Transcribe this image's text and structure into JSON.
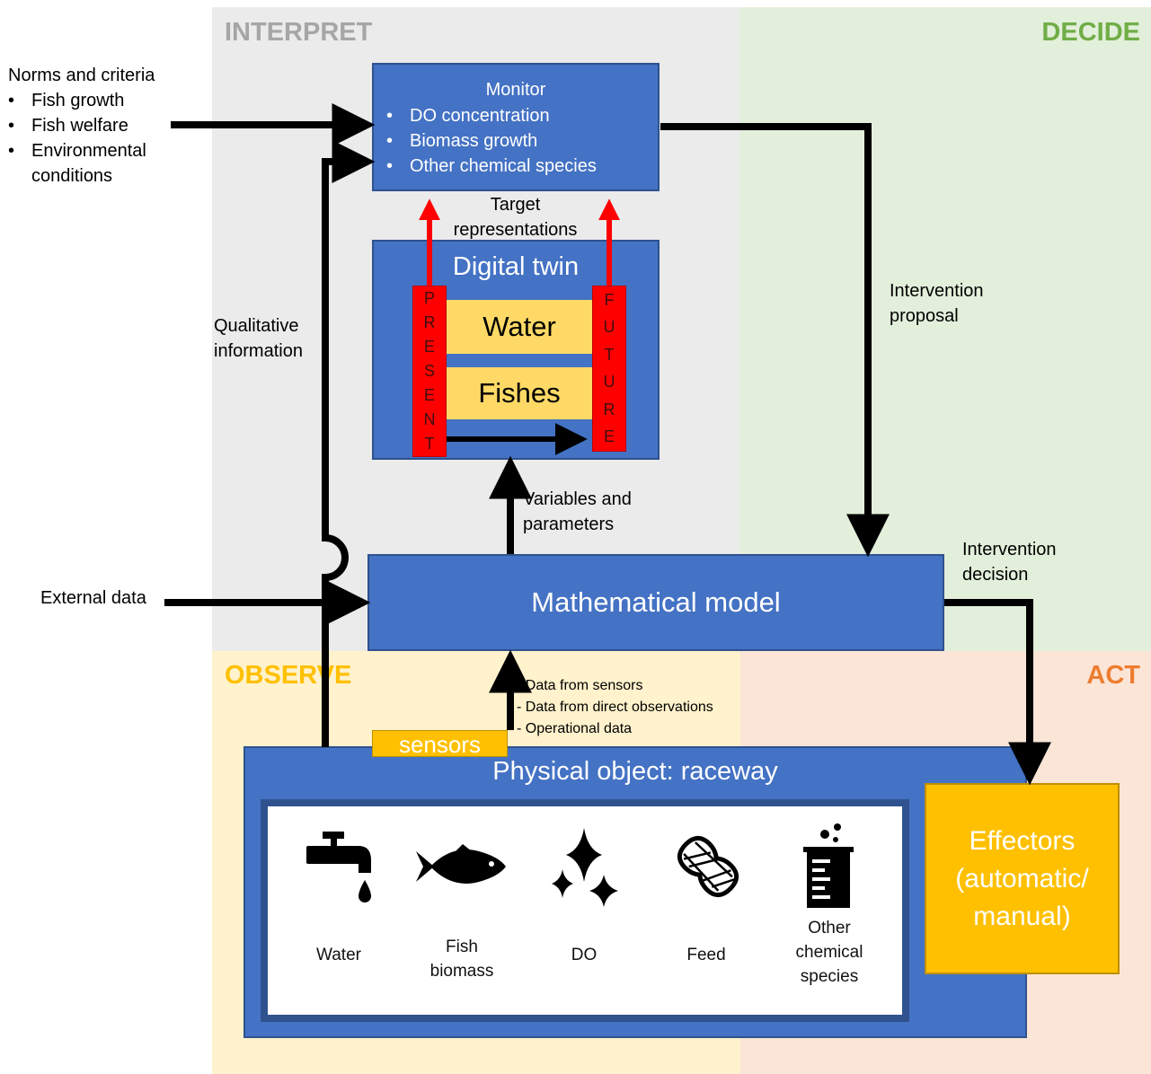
{
  "quadrants": {
    "interpret": "INTERPRET",
    "decide": "DECIDE",
    "observe": "OBSERVE",
    "act": "ACT"
  },
  "colors": {
    "interpret_bg": "#ebebeb",
    "decide_bg": "#e2efda",
    "observe_bg": "#fff2cc",
    "act_bg": "#fbe5d6",
    "interpret_text": "#a6a6a6",
    "decide_text": "#70ad47",
    "observe_text": "#ffc000",
    "act_text": "#ed7d31",
    "box_blue": "#4472c4",
    "arrow_red": "#ff0000",
    "effector_gold": "#ffc000",
    "twin_yellow": "#ffd966"
  },
  "norms": {
    "title": "Norms and criteria",
    "items": [
      "Fish growth",
      "Fish welfare",
      "Environmental conditions"
    ]
  },
  "monitor": {
    "title": "Monitor",
    "items": [
      "DO concentration",
      "Biomass growth",
      "Other chemical species"
    ]
  },
  "labels": {
    "target_representations": "Target representations",
    "qualitative_information": "Qualitative information",
    "intervention_proposal": "Intervention proposal",
    "intervention_decision": "Intervention decision",
    "variables_parameters": "Variables and parameters",
    "external_data": "External data",
    "data_sources": [
      "- Data from sensors",
      "- Data from direct observations",
      "- Operational data"
    ]
  },
  "digital_twin": {
    "title": "Digital twin",
    "present": [
      "P",
      "R",
      "E",
      "S",
      "E",
      "N",
      "T"
    ],
    "future": [
      "F",
      "U",
      "T",
      "U",
      "R",
      "E"
    ],
    "water": "Water",
    "fishes": "Fishes"
  },
  "math_model": {
    "title": "Mathematical model"
  },
  "sensors": {
    "label": "sensors"
  },
  "physical": {
    "title": "Physical object: raceway",
    "items": [
      {
        "icon": "faucet-icon",
        "label": "Water"
      },
      {
        "icon": "fish-icon",
        "label": "Fish biomass"
      },
      {
        "icon": "sparkle-icon",
        "label": "DO"
      },
      {
        "icon": "peanut-icon",
        "label": "Feed"
      },
      {
        "icon": "beaker-icon",
        "label": "Other chemical species"
      }
    ]
  },
  "effectors": {
    "label": "Effectors (automatic/ manual)"
  }
}
